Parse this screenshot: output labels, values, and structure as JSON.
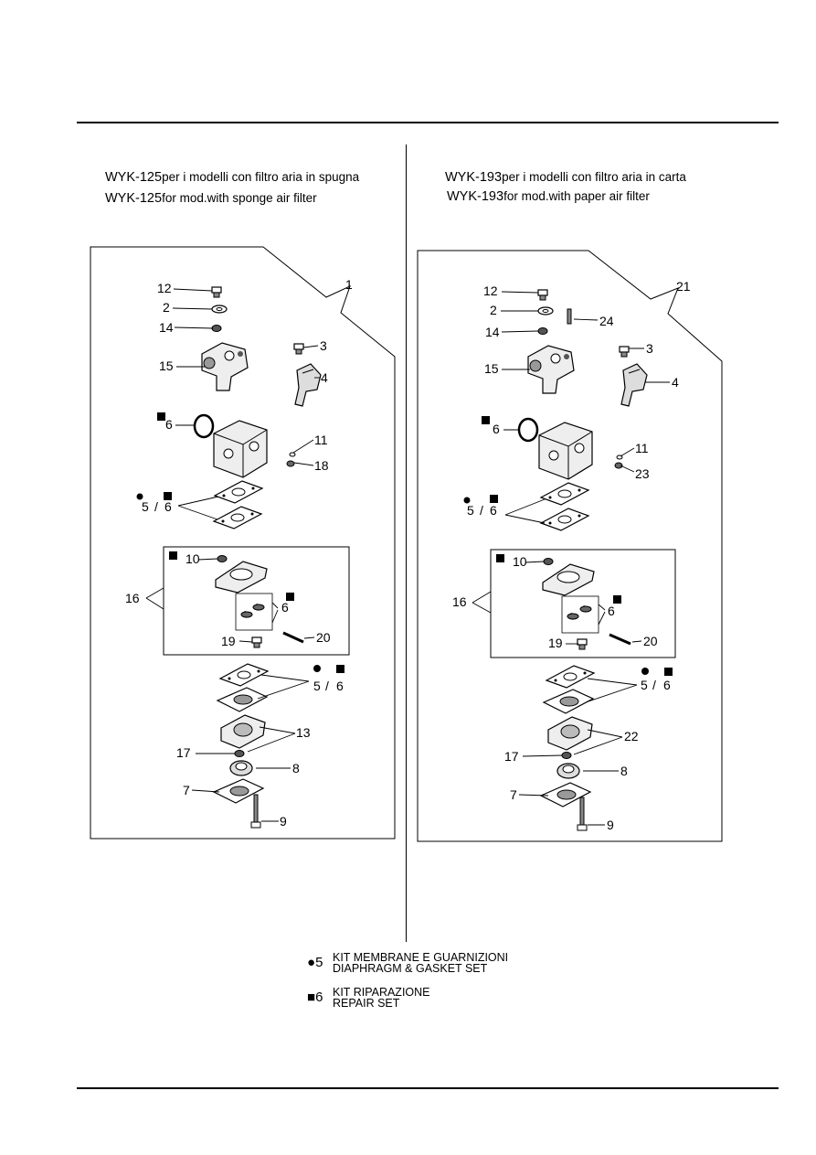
{
  "left_panel": {
    "code": "WYK-125",
    "line1_text": "per i modelli con filtro aria in spugna",
    "line2_text": "for mod.with sponge air filter",
    "labels": [
      "12",
      "2",
      "14",
      "15",
      "3",
      "4",
      "1",
      "6",
      "11",
      "18",
      "5",
      "6",
      "10",
      "16",
      "6",
      "19",
      "20",
      "5",
      "6",
      "13",
      "17",
      "8",
      "7",
      "9"
    ]
  },
  "right_panel": {
    "code": "WYK-193",
    "line1_text": "per i modelli con filtro aria in carta",
    "line2_text": "for mod.with paper air filter",
    "labels": [
      "12",
      "2",
      "24",
      "14",
      "15",
      "3",
      "4",
      "21",
      "6",
      "11",
      "23",
      "5",
      "6",
      "10",
      "16",
      "6",
      "19",
      "20",
      "5",
      "6",
      "22",
      "17",
      "8",
      "7",
      "9"
    ]
  },
  "legend": [
    {
      "symbol": "circle",
      "number": "5",
      "line1": "KIT MEMBRANE E GUARNIZIONI",
      "line2": "DIAPHRAGM & GASKET SET"
    },
    {
      "symbol": "square",
      "number": "6",
      "line1": "KIT RIPARAZIONE",
      "line2": "REPAIR SET"
    }
  ]
}
